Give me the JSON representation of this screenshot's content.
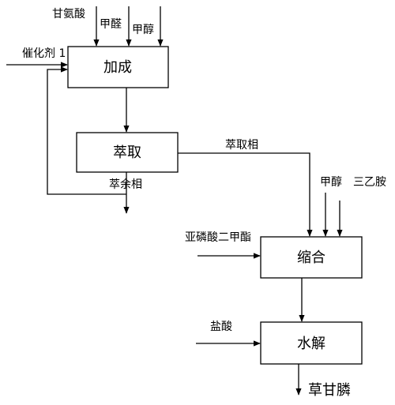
{
  "process": {
    "addition": "加成",
    "extraction": "萃取",
    "condensation": "缩合",
    "hydrolysis": "水解"
  },
  "inputs": {
    "glycine": "甘氨酸",
    "formaldehyde": "甲醛",
    "methanol_1": "甲醇",
    "catalyst": "催化剂 1",
    "methanol_2": "甲醇",
    "triethylamine": "三乙胺",
    "dimethyl_phosphite": "亚磷酸二甲酯",
    "hydrochloric_acid": "盐酸"
  },
  "streams": {
    "extract_phase": "萃取相",
    "raffinate_phase": "萃余相"
  },
  "output": {
    "product": "草甘膦"
  }
}
